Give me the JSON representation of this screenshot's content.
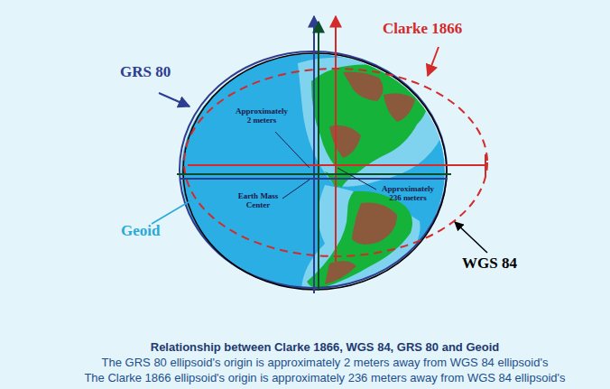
{
  "diagram": {
    "title": "Relationship between Clarke 1866, WGS 84, GRS 80 and Geoid",
    "labels": [
      "Clarke 1866",
      "GRS 80",
      "Approximately 2 meters",
      "Earth Mass Center",
      "Approximately 236 meters",
      "Geoid",
      "WGS 84",
      "The GRS 80 ellipsoid's origin is approximately 2 meters away from WGS 84 ellipsoid's",
      "The Clarke 1866 ellipsoid's origin is approximately 236 meters away from WGS 84 ellipsoid's"
    ]
  }
}
